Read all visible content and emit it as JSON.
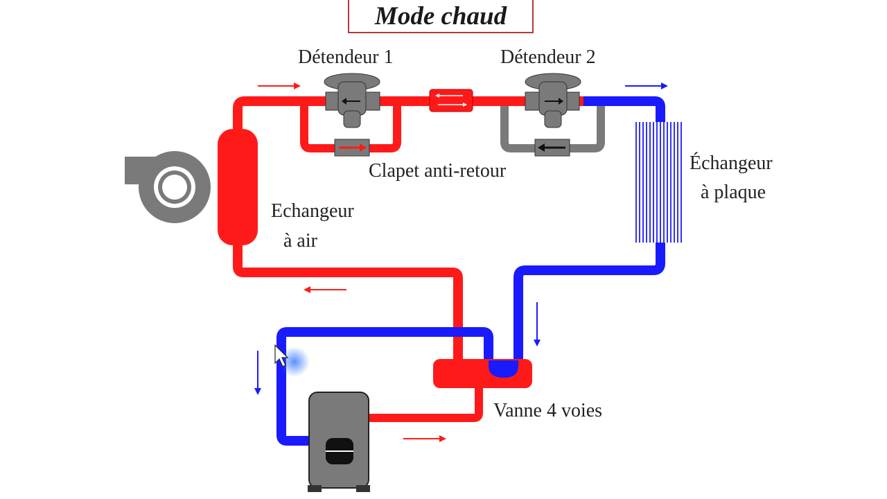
{
  "title": "Mode chaud",
  "labels": {
    "detendeur1": "Détendeur 1",
    "detendeur2": "Détendeur 2",
    "clapet": "Clapet anti-retour",
    "echangeur_air_1": "Echangeur",
    "echangeur_air_2": "à air",
    "echangeur_plaque_1": "Échangeur",
    "echangeur_plaque_2": "à plaque",
    "vanne": "Vanne 4 voies"
  },
  "colors": {
    "hot": "#ff1a1a",
    "cold": "#1a1aff",
    "gray": "#7a7a7a",
    "dark_gray": "#5a5a5a",
    "title_border": "#b03a3a"
  },
  "icons": [
    "fan-icon",
    "compressor-icon",
    "expansion-valve-icon",
    "check-valve-icon",
    "flow-arrow-icon",
    "mouse-cursor-icon"
  ]
}
